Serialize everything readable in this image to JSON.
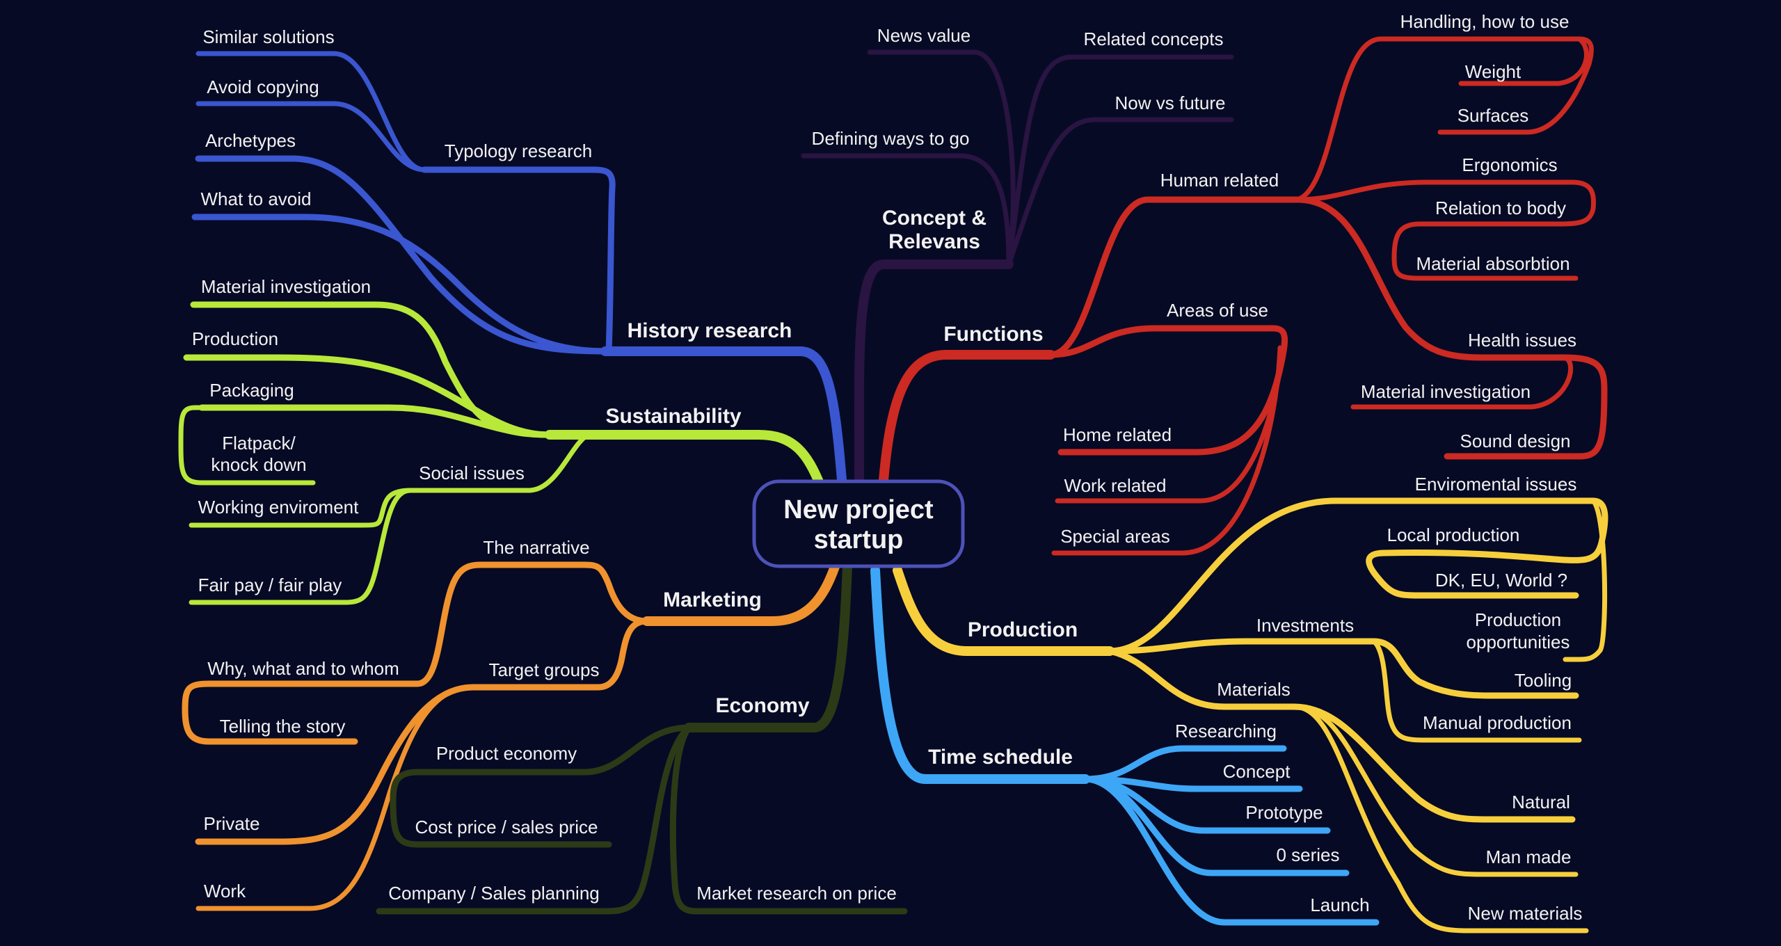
{
  "center": {
    "line1": "New project",
    "line2": "startup"
  },
  "colors": {
    "background": "#070a25",
    "history": "#3a56d0",
    "sustainability": "#b8e83a",
    "marketing": "#f0922e",
    "economy": "#2d3a16",
    "concept": "#2a1442",
    "functions": "#cc2a22",
    "production": "#f7cf3c",
    "time": "#3ea6f6"
  },
  "branches": {
    "history": {
      "label": "History research",
      "typology": "Typology research",
      "similar": "Similar solutions",
      "avoid_copying": "Avoid copying",
      "archetypes": "Archetypes",
      "what_to_avoid": "What to avoid"
    },
    "sustainability": {
      "label": "Sustainability",
      "material_investigation": "Material investigation",
      "production": "Production",
      "packaging": "Packaging",
      "flatpack_line1": "Flatpack/",
      "flatpack_line2": "knock down",
      "social_issues": "Social issues",
      "working_environment": "Working enviroment",
      "fair_pay": "Fair pay / fair play"
    },
    "marketing": {
      "label": "Marketing",
      "narrative": "The narrative",
      "why_what_whom": "Why, what and to whom",
      "telling_story": "Telling the story",
      "target_groups": "Target groups",
      "private": "Private",
      "work": "Work"
    },
    "economy": {
      "label": "Economy",
      "product_economy": "Product economy",
      "cost_price": "Cost price / sales price",
      "company_planning": "Company / Sales planning",
      "market_research": "Market research on price"
    },
    "concept": {
      "label_line1": "Concept &",
      "label_line2": "Relevans",
      "news_value": "News value",
      "related_concepts": "Related concepts",
      "now_vs_future": "Now vs future",
      "defining_ways": "Defining ways to go"
    },
    "functions": {
      "label": "Functions",
      "human_related": "Human related",
      "handling": "Handling, how to use",
      "weight": "Weight",
      "surfaces": "Surfaces",
      "ergonomics": "Ergonomics",
      "relation_body": "Relation to body",
      "material_absorption": "Material absorbtion",
      "health_issues": "Health issues",
      "material_investigation": "Material investigation",
      "sound_design": "Sound design",
      "areas_of_use": "Areas of use",
      "home_related": "Home related",
      "work_related": "Work related",
      "special_areas": "Special areas"
    },
    "production": {
      "label": "Production",
      "environmental": "Enviromental issues",
      "local_production": "Local production",
      "dk_eu_world": "DK, EU, World ?",
      "prod_opp_line1": "Production",
      "prod_opp_line2": "opportunities",
      "investments": "Investments",
      "tooling": "Tooling",
      "manual_production": "Manual production",
      "materials": "Materials",
      "natural": "Natural",
      "man_made": "Man made",
      "new_materials": "New materials"
    },
    "time": {
      "label": "Time schedule",
      "researching": "Researching",
      "concept": "Concept",
      "prototype": "Prototype",
      "zero_series": "0 series",
      "launch": "Launch"
    }
  }
}
